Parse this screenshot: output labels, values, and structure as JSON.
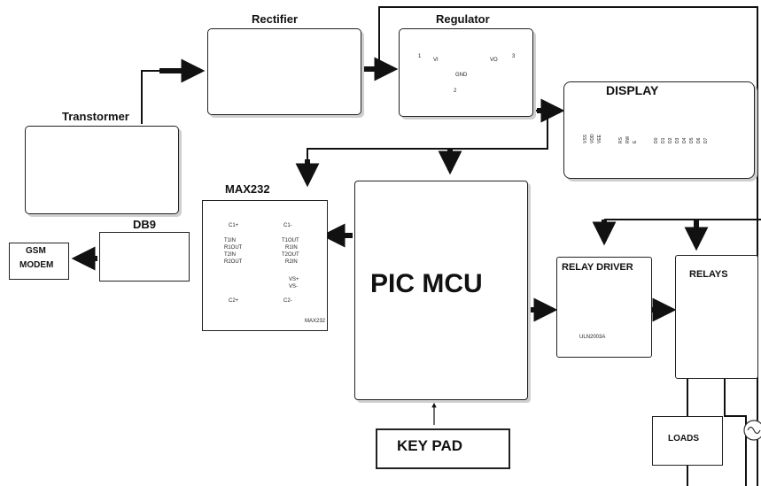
{
  "blocks": {
    "transformer": "Transtormer",
    "rectifier": "Rectifier",
    "regulator": "Regulator",
    "display": "DISPLAY",
    "max232": "MAX232",
    "db9": "DB9",
    "gsm_modem_line1": "GSM",
    "gsm_modem_line2": "MODEM",
    "pic_mcu": "PIC MCU",
    "relay_driver": "RELAY DRIVER",
    "relays": "RELAYS",
    "key_pad": "KEY PAD",
    "loads": "LOADS"
  },
  "regulator_pins": {
    "vi": "VI",
    "vo": "VO",
    "gnd": "GND",
    "pin1": "1",
    "pin2": "2",
    "pin3": "3"
  },
  "max232_pins": {
    "c1p": "C1+",
    "c1m": "C1-",
    "c2p": "C2+",
    "c2m": "C2-",
    "t1in": "T1IN",
    "r1out": "R1OUT",
    "t2in": "T2IN",
    "r2out": "R2OUT",
    "t1out": "T1OUT",
    "r1in": "R1IN",
    "t2out": "T2OUT",
    "r2in": "R2IN",
    "vsp": "VS+",
    "vsm": "VS-",
    "part": "MAX232"
  },
  "relay_driver_chip": "ULN2003A",
  "display_pins": [
    "VSS",
    "VDD",
    "VEE",
    "RS",
    "RW",
    "E",
    "D0",
    "D1",
    "D2",
    "D3",
    "D4",
    "D5",
    "D6",
    "D7"
  ]
}
